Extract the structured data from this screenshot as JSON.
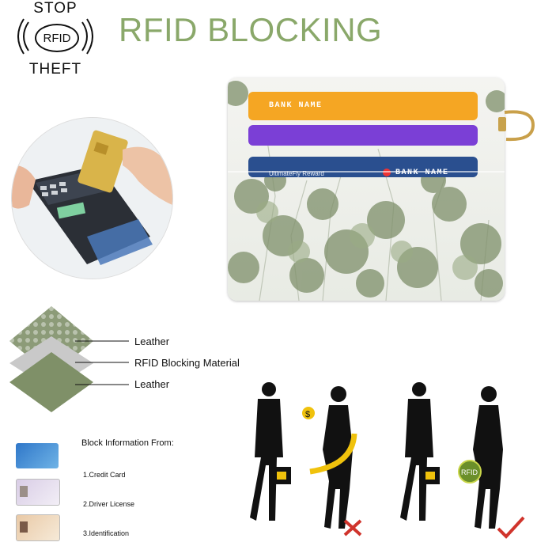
{
  "badge": {
    "top": "STOP",
    "center": "RFID",
    "bottom": "THEFT"
  },
  "title": "RFID BLOCKING",
  "wallet_cards": [
    {
      "label": "BANK NAME",
      "color": "#f5a623"
    },
    {
      "label": "",
      "color": "#7b3fd6"
    },
    {
      "label": "BANK NAME",
      "brand": "UltimateFly Reward",
      "color": "#2a4f8f"
    }
  ],
  "layers": [
    "Leather",
    "RFID Blocking Material",
    "Leather"
  ],
  "block_info": {
    "title": "Block Information From:",
    "items": [
      "1.Credit Card",
      "2.Driver License",
      "3.Identification"
    ]
  },
  "figures": {
    "coin_label": "$",
    "shield_label": "RFID"
  },
  "colors": {
    "title": "#8aa86a",
    "card_orange": "#f5a623",
    "card_purple": "#7b3fd6",
    "card_blue": "#2a4f8f",
    "cross": "#d0342c",
    "check": "#d0342c"
  }
}
